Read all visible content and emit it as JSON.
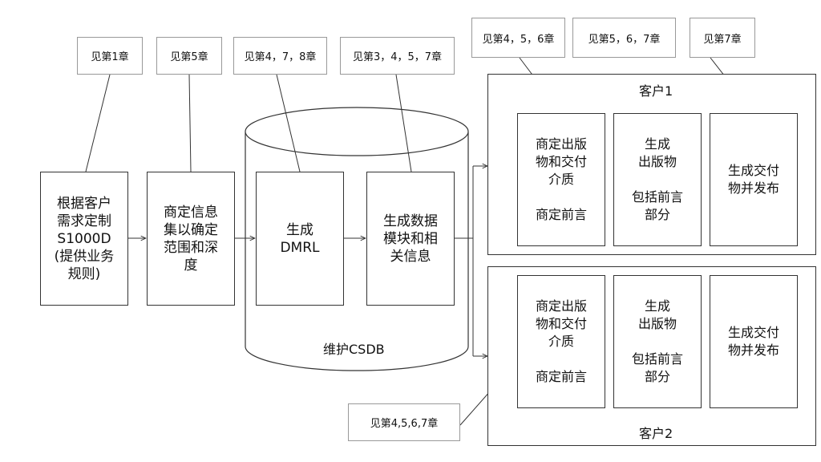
{
  "notes": {
    "n1": "见第1章",
    "n2": "见第5章",
    "n3": "见第4，7，8章",
    "n4": "见第3，4，5，7章",
    "n5": "见第4，5，6章",
    "n6": "见第5，6，7章",
    "n7": "见第7章",
    "n8": "见第4,5,6,7章"
  },
  "steps": {
    "s1": "根据客户\n需求定制\nS1000D\n(提供业务\n规则)",
    "s2": "商定信息\n集以确定\n范围和深\n度",
    "s3": "生成\nDMRL",
    "s4": "生成数据\n模块和相\n关信息"
  },
  "cylinder": {
    "label": "维护CSDB"
  },
  "clients": [
    {
      "title": "客户1",
      "boxes": [
        "商定出版\n物和交付\n介质\n\n商定前言",
        "生成\n出版物\n\n包括前言\n部分",
        "生成交付\n物并发布"
      ]
    },
    {
      "title": "客户2",
      "boxes": [
        "商定出版\n物和交付\n介质\n\n商定前言",
        "生成\n出版物\n\n包括前言\n部分",
        "生成交付\n物并发布"
      ]
    }
  ]
}
